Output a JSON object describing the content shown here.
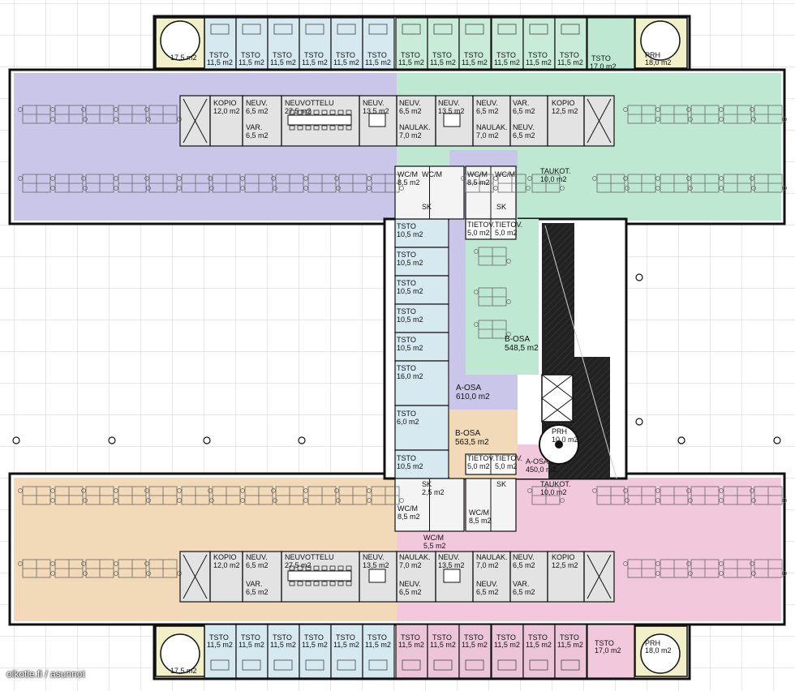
{
  "colors": {
    "zone_a_north": "#c9c6ea",
    "zone_b_north": "#bfe8d3",
    "zone_a_south": "#f2d9b8",
    "zone_b_south": "#f2c8dd",
    "office": "#d6e8f0",
    "core": "#e3e3e3",
    "wall": "#111111",
    "grid": "#c8c8c8"
  },
  "labels": {
    "kopio": "KOPIO",
    "neuv": "NEUV.",
    "neuvottelu": "NEUVOTTELU",
    "var": "VAR.",
    "naulak": "NAULAK.",
    "tsto": "TSTO",
    "prh": "PRH",
    "wcm": "WC/M",
    "sk": "SK",
    "tietov": "TIETOV.",
    "taukot": "TAUKOT.",
    "a_osa": "A-OSA",
    "b_osa": "B-OSA"
  },
  "areas": {
    "tsto_small": "11,5 m2",
    "tsto_corner": "17,0 m2",
    "prh_nw": "17,5 m2",
    "prh_ne": "18,0 m2",
    "prh_sw": "17,5 m2",
    "prh_se": "18,0 m2",
    "prh_center": "10,0 m2",
    "kopio_1": "12,0 m2",
    "kopio_2": "12,5 m2",
    "neuv_small": "6,5 m2",
    "neuv_mid": "13,5 m2",
    "neuvottelu": "27,5 m2",
    "var": "6,5 m2",
    "naulak": "7,0 m2",
    "wcm": "8,5 m2",
    "wcm_small": "5,5 m2",
    "sk": "2,5 m2",
    "tietov": "5,0 m2",
    "tsto_mid": "10,5 m2",
    "tsto_large": "16,0 m2",
    "tsto_corr": "6,0 m2",
    "taukot": "10,0 m2",
    "a_osa_north": "610,0 m2",
    "b_osa_north": "548,5 m2",
    "b_osa_south": "563,5 m2",
    "a_osa_south": "450,0 m2"
  },
  "watermark": "oikotie.fi / asunnot"
}
